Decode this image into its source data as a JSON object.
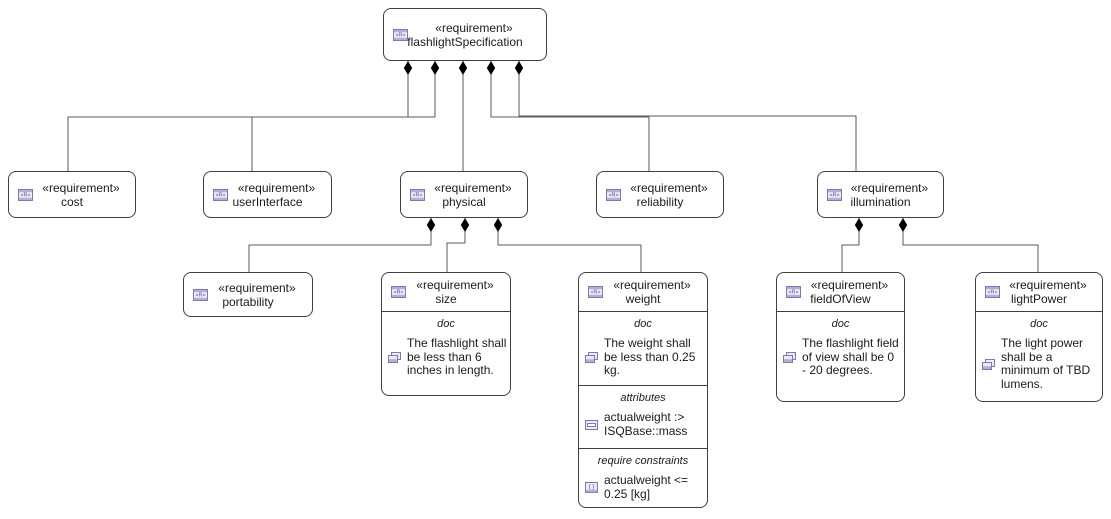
{
  "diagram": {
    "stereotype": "«requirement»",
    "colors": {
      "box_border": "#3f3f3f",
      "connector": "#595959",
      "diamond": "#000000",
      "icon_stroke": "#7d78b0",
      "icon_fill": "#ecebf5",
      "icon_band": "#b3b0d4"
    },
    "nodes": {
      "flashlightSpecification": {
        "name": "flashlightSpecification"
      },
      "cost": {
        "name": "cost"
      },
      "userInterface": {
        "name": "userInterface"
      },
      "physical": {
        "name": "physical"
      },
      "reliability": {
        "name": "reliability"
      },
      "illumination": {
        "name": "illumination"
      },
      "portability": {
        "name": "portability"
      },
      "size": {
        "name": "size",
        "doc_label": "doc",
        "doc": "The flashlight shall be less than 6 inches in length."
      },
      "weight": {
        "name": "weight",
        "doc_label": "doc",
        "doc": "The weight shall be less than 0.25 kg.",
        "attributes_label": "attributes",
        "attributes": "actualweight :> ISQBase::mass",
        "constraints_label": "require constraints",
        "constraints": "actualweight <= 0.25 [kg]"
      },
      "fieldOfView": {
        "name": "fieldOfView",
        "doc_label": "doc",
        "doc": "The flashlight field of view shall be 0 - 20 degrees."
      },
      "lightPower": {
        "name": "lightPower",
        "doc_label": "doc",
        "doc": "The light power shall be a minimum of TBD lumens."
      }
    }
  }
}
